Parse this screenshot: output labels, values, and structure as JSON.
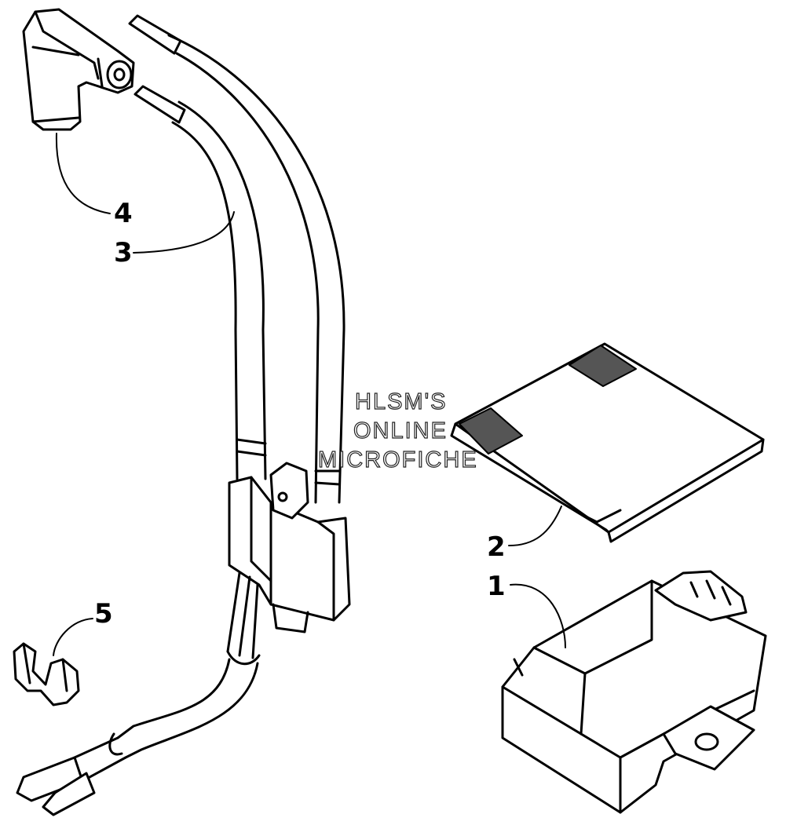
{
  "callouts": {
    "part1": "1",
    "part2": "2",
    "part3": "3",
    "part4": "4",
    "part5": "5"
  },
  "watermark": {
    "line1": "HLSM'S",
    "line2": "ONLINE",
    "line3": "MICROFICHE"
  },
  "colors": {
    "ink": "#000000",
    "paper": "#ffffff"
  }
}
